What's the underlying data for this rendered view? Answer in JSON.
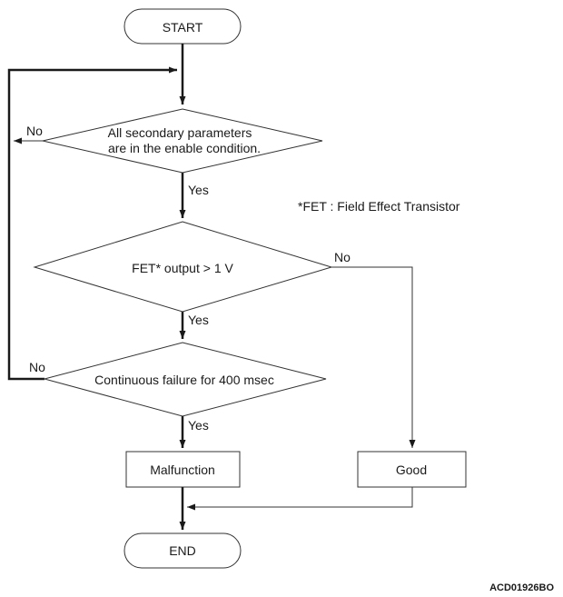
{
  "nodes": {
    "start": "START",
    "enable_check_line1": "All secondary parameters",
    "enable_check_line2": "are in the enable condition.",
    "fet_check": "FET* output > 1 V",
    "failure_check": "Continuous failure for 400 msec",
    "malfunction": "Malfunction",
    "good": "Good",
    "end": "END"
  },
  "labels": {
    "yes": "Yes",
    "no": "No"
  },
  "footnote": "*FET : Field Effect Transistor",
  "figure_code": "ACD01926BO"
}
